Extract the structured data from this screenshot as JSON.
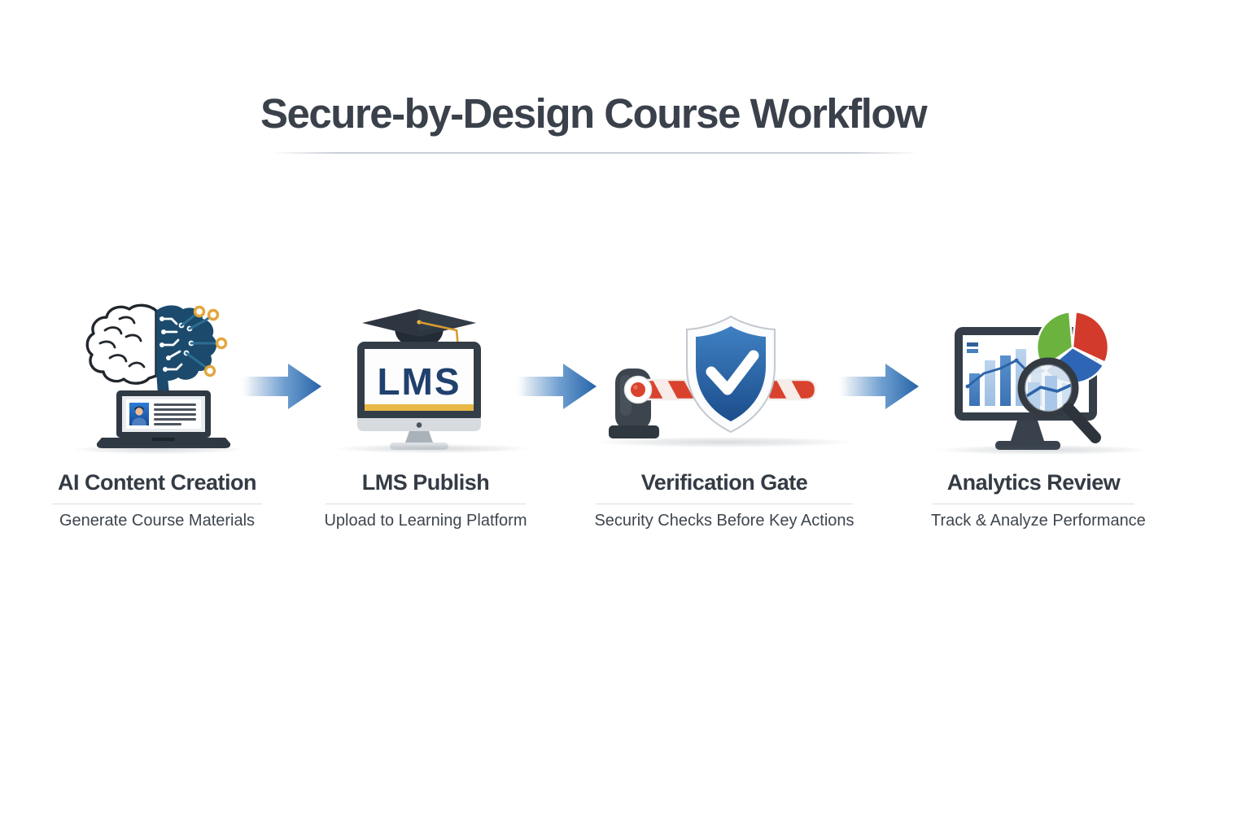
{
  "title": "Secure-by-Design Course Workflow",
  "steps": [
    {
      "id": "ai-content-creation",
      "title": "AI Content Creation",
      "subtitle": "Generate Course Materials",
      "icon": "ai-brain-laptop"
    },
    {
      "id": "lms-publish",
      "title": "LMS Publish",
      "subtitle": "Upload to Learning Platform",
      "icon": "lms-monitor-graduation-cap",
      "screen_label": "LMS"
    },
    {
      "id": "verification-gate",
      "title": "Verification Gate",
      "subtitle": "Security Checks Before Key Actions",
      "icon": "shield-check-barrier-gate"
    },
    {
      "id": "analytics-review",
      "title": "Analytics Review",
      "subtitle": "Track & Analyze Performance",
      "icon": "analytics-monitor-magnifier"
    }
  ],
  "connectors": {
    "count": 3,
    "style": "right-arrow-gradient",
    "color": "#2a6ab3"
  },
  "colors": {
    "background": "#ffffff",
    "title_text": "#3a414b",
    "step_title_text": "#343b45",
    "subtitle_text": "#3e454e",
    "divider": "#d9dde2",
    "arrow_blue": "#2a6ab3",
    "shield_blue": "#2a62a8",
    "barrier_red": "#d9432e",
    "gold_accent": "#e9b748",
    "circuit_navy": "#1b4a6d",
    "device_dark": "#333d47",
    "chart_bar_blue": "#4a84c6",
    "pie_green": "#6cb23f",
    "pie_red": "#d23a2c",
    "pie_blue": "#2e66b5"
  }
}
